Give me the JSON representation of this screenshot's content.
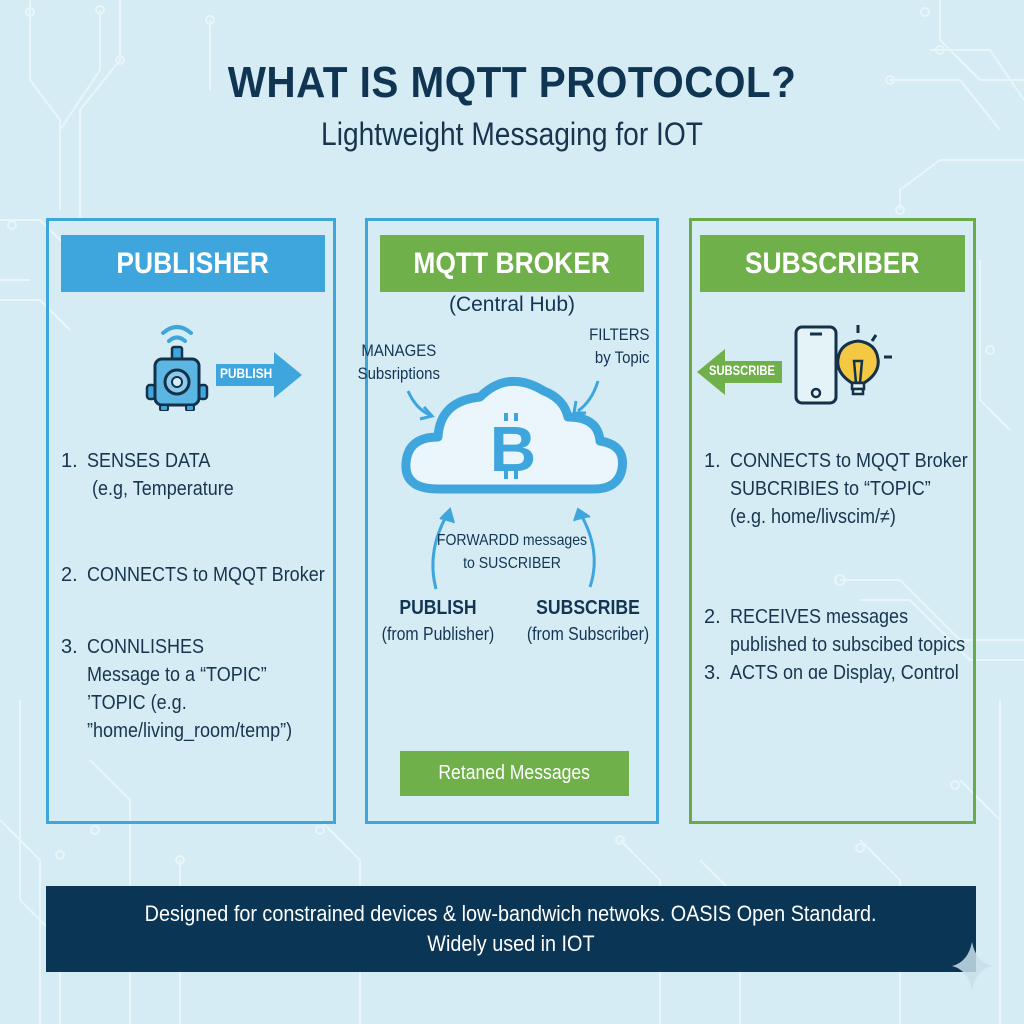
{
  "title": "WHAT IS MQTT PROTOCOL?",
  "subtitle": "Lightweight Messaging for IOT",
  "colors": {
    "background": "#d6ecf4",
    "publisher_blue": "#3ea6dc",
    "broker_green": "#6fb04a",
    "footer_navy": "#0a3555",
    "text_dark": "#123554",
    "bulb_yellow": "#f4c842"
  },
  "publisher": {
    "header": "PUBLISHER",
    "icon": "iot-sensor-device-icon",
    "arrow_label": "PUBLISH",
    "steps": [
      {
        "num": "1.",
        "lines": [
          "SENSES DATA",
          "(e.g, Temperature"
        ]
      },
      {
        "num": "2.",
        "lines": [
          "CONNECTS to MQQT Broker"
        ]
      },
      {
        "num": "3.",
        "lines": [
          "CONNLISHES",
          "Message to a “TOPIC”",
          "’TOPIC  (e.g.",
          "”home/living_room/temp”)"
        ]
      }
    ]
  },
  "broker": {
    "header": "MQTT BROKER",
    "subheader": "(Central Hub)",
    "icon": "cloud-bitcoin-icon",
    "manages": [
      "MANAGES",
      "Subsriptions"
    ],
    "filters": [
      "FILTERS",
      "by Topic"
    ],
    "forward": [
      "FORWARDD messages",
      "to SUSCRIBER"
    ],
    "publish_label": "PUBLISH",
    "publish_sub": "(from Publisher)",
    "subscribe_label": "SUBSCRIBE",
    "subscribe_sub": "(from Subscriber)",
    "retained": "Retaned Messages"
  },
  "subscriber": {
    "header": "SUBSCRIBER",
    "icon": "phone-and-lightbulb-icon",
    "arrow_label": "SUBSCRIBE",
    "steps": [
      {
        "num": "1.",
        "lines": [
          "CONNECTS to MQQT Broker",
          "SUBCRIBIES to “TOPIC”",
          "(e.g. home/livscim/≠)"
        ]
      },
      {
        "num": "2.",
        "lines": [
          "RECEIVES messages",
          "published to subscibed topics"
        ]
      },
      {
        "num": "3.",
        "lines": [
          "ACTS on ɑe Display, Control"
        ]
      }
    ]
  },
  "footer": {
    "line1": "Designed for constrained devices & low-bandwich netwoks. OASIS Open Standard.",
    "line2": "Widely used in IOT"
  }
}
